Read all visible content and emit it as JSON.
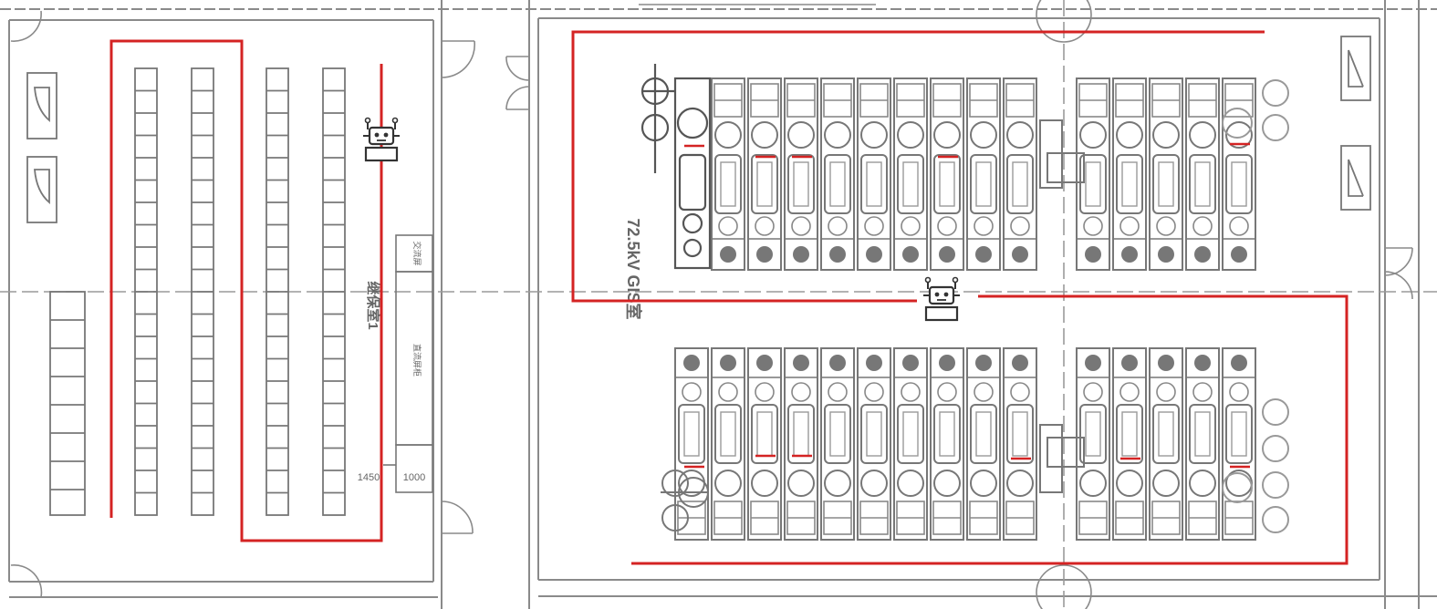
{
  "labels": {
    "gis_room": "72.5kV GIS室",
    "relay_room": "继保室1",
    "cabinet_a": "交流屏",
    "cabinet_b": "直流屏柜",
    "dim_left": "1450",
    "dim_right": "1000"
  },
  "colors": {
    "wall": "#8a8a8a",
    "equipment": "#777777",
    "route": "#d42323",
    "robot": "#333333"
  },
  "icons": {
    "robot": "robot-icon",
    "door": "door-swing-icon"
  }
}
